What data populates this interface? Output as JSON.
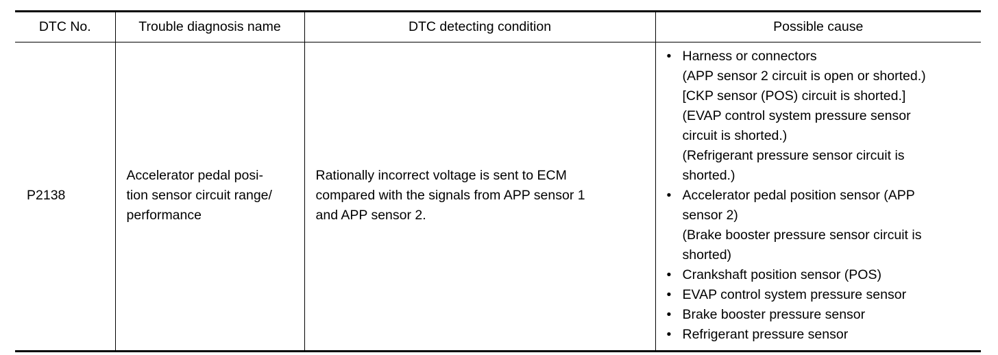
{
  "table": {
    "headers": [
      "DTC No.",
      "Trouble diagnosis name",
      "DTC detecting condition",
      "Possible cause"
    ],
    "row": {
      "dtc_no": "P2138",
      "diagnosis_name": "Accelerator pedal posi-\ntion sensor circuit range/\nperformance",
      "detecting_condition": "Rationally incorrect voltage is sent to ECM\ncompared with the signals from APP sensor 1\nand APP sensor 2.",
      "possible_causes": [
        {
          "text": "Harness or connectors",
          "notes": [
            "(APP sensor 2 circuit is open or shorted.)",
            "[CKP sensor (POS) circuit is shorted.]",
            "(EVAP control system pressure sensor\ncircuit is shorted.)",
            "(Refrigerant pressure sensor circuit is\nshorted.)"
          ]
        },
        {
          "text": "Accelerator pedal position sensor (APP\nsensor 2)",
          "notes": [
            "(Brake booster pressure sensor circuit is\nshorted)"
          ]
        },
        {
          "text": "Crankshaft position sensor (POS)",
          "notes": []
        },
        {
          "text": "EVAP control system pressure sensor",
          "notes": []
        },
        {
          "text": "Brake booster pressure sensor",
          "notes": []
        },
        {
          "text": "Refrigerant pressure sensor",
          "notes": []
        }
      ]
    },
    "bullet": "•"
  }
}
